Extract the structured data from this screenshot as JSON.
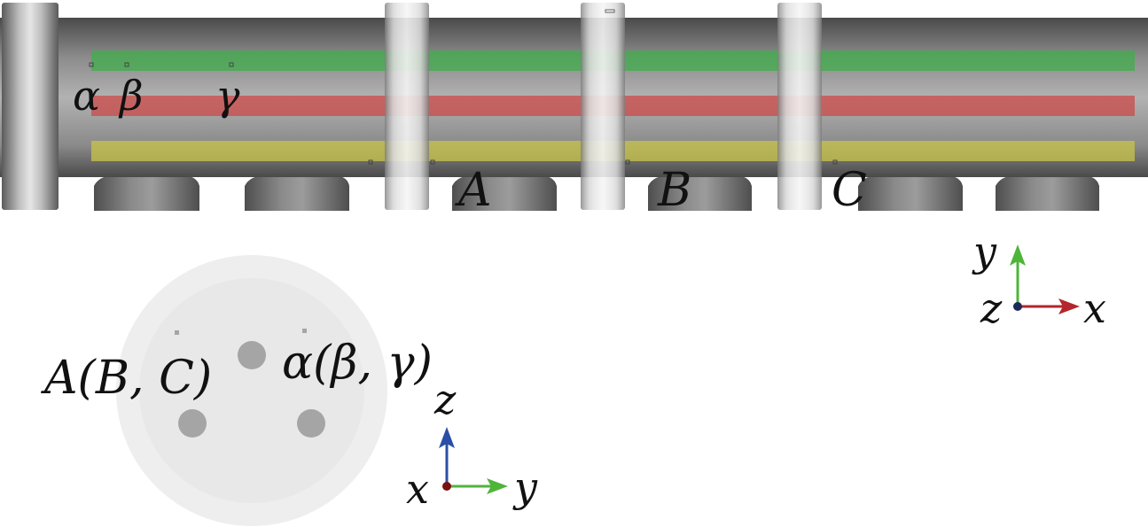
{
  "side_view": {
    "tube_labels": {
      "alpha": "α",
      "beta": "β",
      "gamma": "γ"
    },
    "ring_labels": {
      "a": "A",
      "b": "B",
      "c": "C"
    },
    "rods": [
      {
        "name": "green-rod",
        "color": "#3fae4a"
      },
      {
        "name": "red-rod",
        "color": "#cc4a4a"
      },
      {
        "name": "yellow-rod",
        "color": "#c9c44a"
      }
    ]
  },
  "axes_xy": {
    "y": "y",
    "x": "x",
    "z": "z"
  },
  "cross_section": {
    "label_left": "A(B, C)",
    "label_right": "α(β, γ)"
  },
  "axes_yz": {
    "z": "z",
    "x": "x",
    "y": "y"
  },
  "colors": {
    "axis_x": "#b3262b",
    "axis_y": "#4fb53a",
    "axis_z": "#2a4fa6",
    "origin_xy": "#1c2a5a",
    "origin_yz": "#7a1010",
    "tube_dark": "#5a5a5a",
    "tube_light": "#b8b8b8"
  }
}
